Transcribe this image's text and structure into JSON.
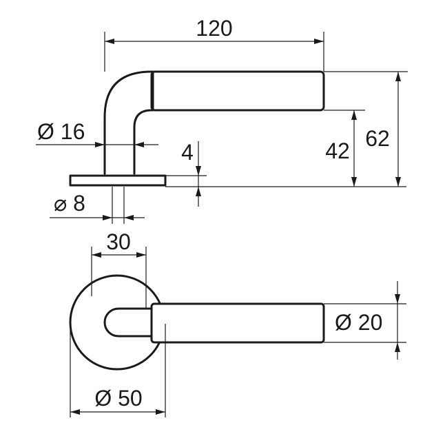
{
  "side_view": {
    "length_label": "120",
    "rose_dia_label": "Ø 16",
    "rose_thickness_label": "4",
    "lever_height_label": "42",
    "total_height_label": "62",
    "spindle_label": "⌀ 8"
  },
  "top_view": {
    "neck_width_label": "30",
    "grip_dia_label": "Ø 20",
    "rose_dia_label": "Ø 50"
  }
}
